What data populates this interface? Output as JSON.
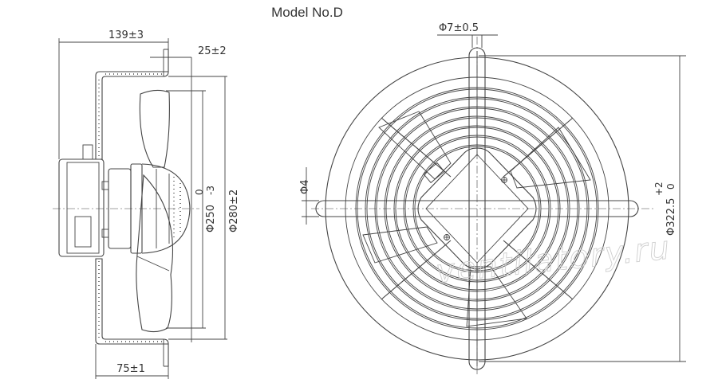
{
  "title": "Model No.D",
  "watermark": "ventilatory.ru",
  "side_view": {
    "dim_depth": "139±3",
    "dim_flange": "25±2",
    "dim_inner_dia_nominal": "Φ250",
    "dim_inner_dia_tol_upper": "0",
    "dim_inner_dia_tol_lower": "-3",
    "dim_outer_dia": "Φ280±2",
    "dim_base": "75±1"
  },
  "front_view": {
    "dim_hole": "Φ7±0.5",
    "dim_wire": "Φ4",
    "dim_overall_nominal": "Φ322.5",
    "dim_overall_tol_upper": "+2",
    "dim_overall_tol_lower": "0"
  }
}
